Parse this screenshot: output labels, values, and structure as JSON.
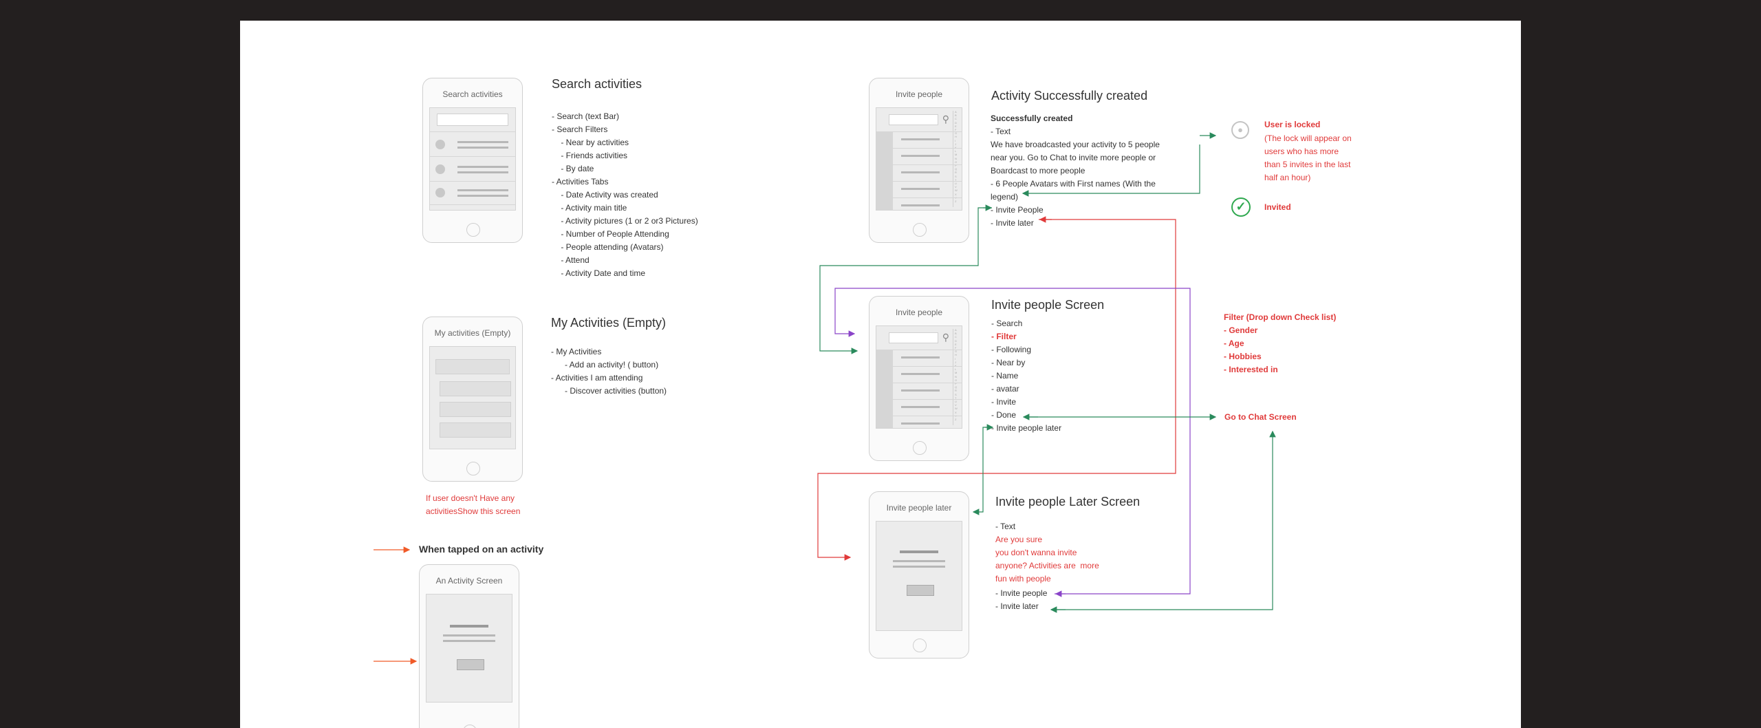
{
  "colors": {
    "red": "#e03a3a",
    "green": "#2a8a5c",
    "purple": "#8a44c8",
    "orange": "#f05a28",
    "text": "#333333",
    "gray": "#b7b7b7"
  },
  "screens": {
    "search_activities": "Search activities",
    "my_activities_empty": "My activities (Empty)",
    "activity_screen": "An Activity Screen",
    "invite_people": "Invite people",
    "invite_people_2": "Invite people",
    "invite_people_later": "Invite people later"
  },
  "search_section": {
    "title": "Search activities",
    "lines": [
      "- Search (text Bar)",
      "- Search Filters",
      "    - Near by activities",
      "    - Friends activities",
      "    - By date",
      "- Activities Tabs",
      "    - Date Activity was created",
      "    - Activity main title",
      "    - Activity pictures (1 or 2 or3 Pictures)",
      "    - Number of People Attending",
      "    - People attending (Avatars)",
      "    - Attend",
      "    - Activity Date and time"
    ]
  },
  "my_activities_section": {
    "title": "My Activities (Empty)",
    "lines": [
      "- My Activities",
      "      - Add an activity! ( button)",
      "- Activities I am attending",
      "      - Discover activities (button)"
    ],
    "note": "If user doesn't Have any\nactivitiesShow this screen"
  },
  "tap_note": "When tapped on an activity",
  "activity_created": {
    "title": "Activity Successfully created",
    "subtitle": "Successfully created",
    "lines": [
      "- Text",
      "We have broadcasted your activity to 5 people",
      "near you. Go to Chat to invite more people or",
      "Boardcast to more people",
      "- 6 People Avatars with First names (With the",
      "legend)",
      "- Invite People",
      "- Invite later"
    ]
  },
  "legend": {
    "locked_title": "User is locked",
    "locked_note": "(The lock will appear on\nusers who has more\nthan 5 invites in the last\nhalf an hour)",
    "invited": "Invited"
  },
  "invite_section": {
    "title": "Invite people Screen",
    "lines": [
      "- Search",
      "- Filter",
      "- Following",
      "- Near by",
      "- Name",
      "- avatar",
      "- Invite",
      "- Done",
      "- Invite people later"
    ]
  },
  "filter_note": {
    "lines": [
      "Filter (Drop down Check list)",
      "- Gender",
      "- Age",
      "- Hobbies",
      "- Interested in"
    ]
  },
  "chat_note": "Go to Chat Screen",
  "later_section": {
    "title": "Invite people Later Screen",
    "text_line": "- Text",
    "question": "Are you sure\nyou don't wanna invite\nanyone? Activities are  more\nfun with people",
    "invite_people": "- Invite people",
    "invite_later": "- Invite later"
  },
  "alpha_letters": "ABCDEFGHIJKLMNOPQRSTUVWXYZ"
}
